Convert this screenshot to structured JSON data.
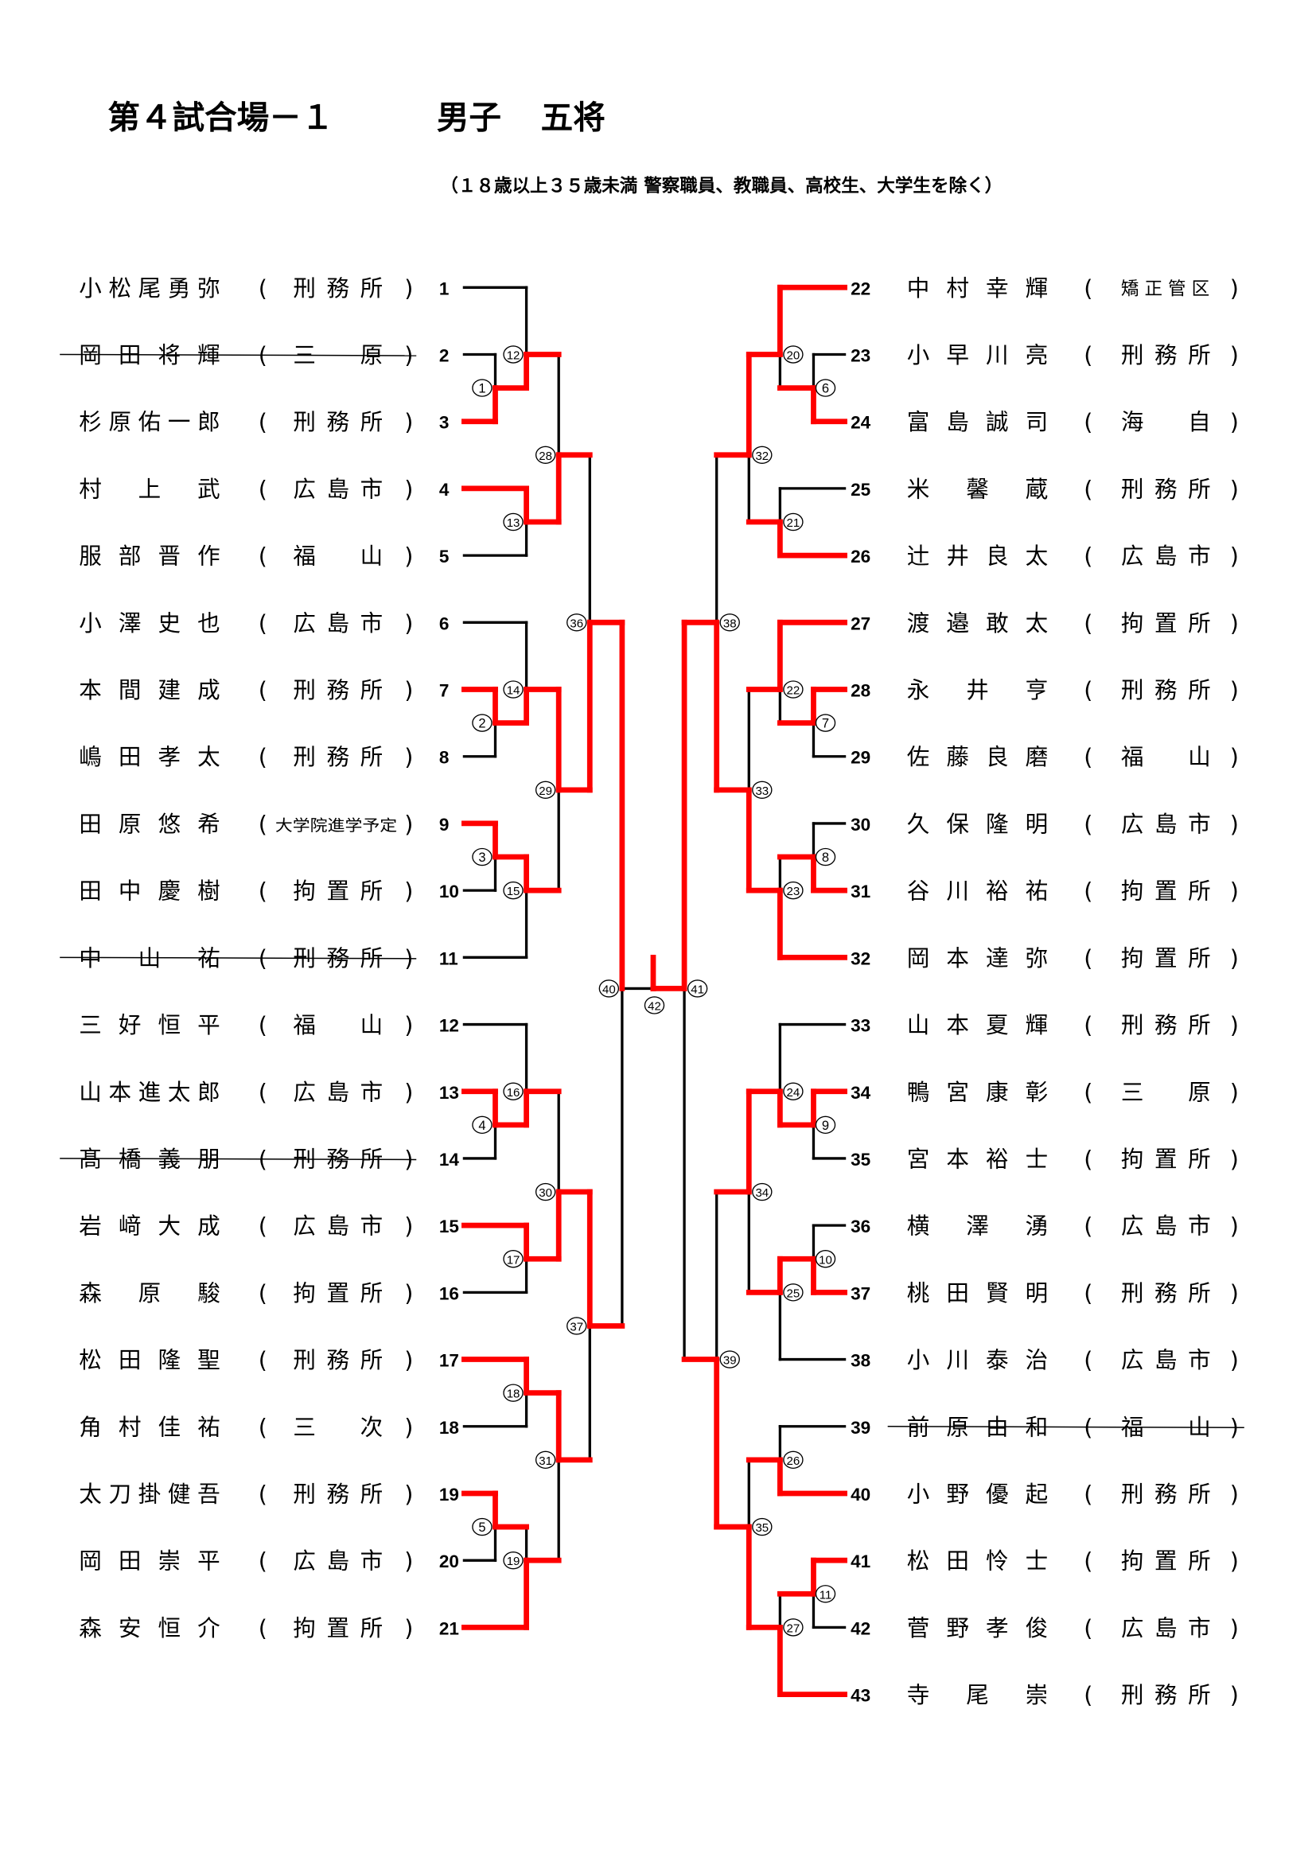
{
  "title": {
    "venue": "第４試合場－１",
    "category": "男子",
    "position": "五将",
    "note": "（１８歳以上３５歳未満 警察職員、教職員、高校生、大学生を除く）"
  },
  "colors": {
    "winner_path": "#ff0000",
    "bracket_line": "#000000"
  },
  "entries": [
    {
      "no": 1,
      "name": "小松尾勇弥",
      "affiliation": "刑務所",
      "withdrawn": false
    },
    {
      "no": 2,
      "name": "岡田将輝",
      "affiliation": "三原",
      "withdrawn": true
    },
    {
      "no": 3,
      "name": "杉原佑一郎",
      "affiliation": "刑務所",
      "withdrawn": false
    },
    {
      "no": 4,
      "name": "村上武",
      "affiliation": "広島市",
      "withdrawn": false
    },
    {
      "no": 5,
      "name": "服部晋作",
      "affiliation": "福山",
      "withdrawn": false
    },
    {
      "no": 6,
      "name": "小澤史也",
      "affiliation": "広島市",
      "withdrawn": false
    },
    {
      "no": 7,
      "name": "本間建成",
      "affiliation": "刑務所",
      "withdrawn": false
    },
    {
      "no": 8,
      "name": "嶋田孝太",
      "affiliation": "刑務所",
      "withdrawn": false
    },
    {
      "no": 9,
      "name": "田原悠希",
      "affiliation": "大学院進学予定",
      "withdrawn": false
    },
    {
      "no": 10,
      "name": "田中慶樹",
      "affiliation": "拘置所",
      "withdrawn": false
    },
    {
      "no": 11,
      "name": "中山祐",
      "affiliation": "刑務所",
      "withdrawn": true
    },
    {
      "no": 12,
      "name": "三好恒平",
      "affiliation": "福山",
      "withdrawn": false
    },
    {
      "no": 13,
      "name": "山本進太郎",
      "affiliation": "広島市",
      "withdrawn": false
    },
    {
      "no": 14,
      "name": "髙橋義朋",
      "affiliation": "刑務所",
      "withdrawn": true
    },
    {
      "no": 15,
      "name": "岩﨑大成",
      "affiliation": "広島市",
      "withdrawn": false
    },
    {
      "no": 16,
      "name": "森原駿",
      "affiliation": "拘置所",
      "withdrawn": false
    },
    {
      "no": 17,
      "name": "松田隆聖",
      "affiliation": "刑務所",
      "withdrawn": false
    },
    {
      "no": 18,
      "name": "角村佳祐",
      "affiliation": "三次",
      "withdrawn": false
    },
    {
      "no": 19,
      "name": "太刀掛健吾",
      "affiliation": "刑務所",
      "withdrawn": false
    },
    {
      "no": 20,
      "name": "岡田崇平",
      "affiliation": "広島市",
      "withdrawn": false
    },
    {
      "no": 21,
      "name": "森安恒介",
      "affiliation": "拘置所",
      "withdrawn": false
    },
    {
      "no": 22,
      "name": "中村幸輝",
      "affiliation": "矯正管区",
      "withdrawn": false
    },
    {
      "no": 23,
      "name": "小早川亮",
      "affiliation": "刑務所",
      "withdrawn": false
    },
    {
      "no": 24,
      "name": "富島誠司",
      "affiliation": "海自",
      "withdrawn": false
    },
    {
      "no": 25,
      "name": "米馨蔵",
      "affiliation": "刑務所",
      "withdrawn": false
    },
    {
      "no": 26,
      "name": "辻井良太",
      "affiliation": "広島市",
      "withdrawn": false
    },
    {
      "no": 27,
      "name": "渡邉敢太",
      "affiliation": "拘置所",
      "withdrawn": false
    },
    {
      "no": 28,
      "name": "永井亨",
      "affiliation": "刑務所",
      "withdrawn": false
    },
    {
      "no": 29,
      "name": "佐藤良磨",
      "affiliation": "福山",
      "withdrawn": false
    },
    {
      "no": 30,
      "name": "久保隆明",
      "affiliation": "広島市",
      "withdrawn": false
    },
    {
      "no": 31,
      "name": "谷川裕祐",
      "affiliation": "拘置所",
      "withdrawn": false
    },
    {
      "no": 32,
      "name": "岡本達弥",
      "affiliation": "拘置所",
      "withdrawn": false
    },
    {
      "no": 33,
      "name": "山本夏輝",
      "affiliation": "刑務所",
      "withdrawn": false
    },
    {
      "no": 34,
      "name": "鴨宮康彰",
      "affiliation": "三原",
      "withdrawn": false
    },
    {
      "no": 35,
      "name": "宮本裕士",
      "affiliation": "拘置所",
      "withdrawn": false
    },
    {
      "no": 36,
      "name": "横澤湧",
      "affiliation": "広島市",
      "withdrawn": false
    },
    {
      "no": 37,
      "name": "桃田賢明",
      "affiliation": "刑務所",
      "withdrawn": false
    },
    {
      "no": 38,
      "name": "小川泰治",
      "affiliation": "広島市",
      "withdrawn": false
    },
    {
      "no": 39,
      "name": "前原由和",
      "affiliation": "福山",
      "withdrawn": true
    },
    {
      "no": 40,
      "name": "小野優起",
      "affiliation": "刑務所",
      "withdrawn": false
    },
    {
      "no": 41,
      "name": "松田怜士",
      "affiliation": "拘置所",
      "withdrawn": false
    },
    {
      "no": 42,
      "name": "菅野孝俊",
      "affiliation": "広島市",
      "withdrawn": false
    },
    {
      "no": 43,
      "name": "寺尾崇",
      "affiliation": "刑務所",
      "withdrawn": false
    }
  ],
  "matches": [
    {
      "no": 1,
      "a": "p2",
      "b": "p3",
      "winner": "p3"
    },
    {
      "no": 12,
      "a": "p1",
      "b": "m1",
      "winner": "m1"
    },
    {
      "no": 13,
      "a": "p4",
      "b": "p5",
      "winner": "p4"
    },
    {
      "no": 28,
      "a": "m12",
      "b": "m13",
      "winner": "m13"
    },
    {
      "no": 2,
      "a": "p7",
      "b": "p8",
      "winner": "p7"
    },
    {
      "no": 14,
      "a": "p6",
      "b": "m2",
      "winner": "m2"
    },
    {
      "no": 3,
      "a": "p9",
      "b": "p10",
      "winner": "p9"
    },
    {
      "no": 15,
      "a": "m3",
      "b": "p11",
      "winner": "m3"
    },
    {
      "no": 29,
      "a": "m14",
      "b": "m15",
      "winner": "m14"
    },
    {
      "no": 36,
      "a": "m28",
      "b": "m29",
      "winner": "m29"
    },
    {
      "no": 4,
      "a": "p13",
      "b": "p14",
      "winner": "p13"
    },
    {
      "no": 16,
      "a": "p12",
      "b": "m4",
      "winner": "m4"
    },
    {
      "no": 17,
      "a": "p15",
      "b": "p16",
      "winner": "p15"
    },
    {
      "no": 30,
      "a": "m16",
      "b": "m17",
      "winner": "m17"
    },
    {
      "no": 18,
      "a": "p17",
      "b": "p18",
      "winner": "p17"
    },
    {
      "no": 5,
      "a": "p19",
      "b": "p20",
      "winner": "p19"
    },
    {
      "no": 19,
      "a": "m5",
      "b": "p21",
      "winner": "p21"
    },
    {
      "no": 31,
      "a": "m18",
      "b": "m19",
      "winner": "m18"
    },
    {
      "no": 37,
      "a": "m30",
      "b": "m31",
      "winner": "m30"
    },
    {
      "no": 40,
      "a": "m36",
      "b": "m37",
      "winner": "m36"
    },
    {
      "no": 6,
      "a": "p23",
      "b": "p24",
      "winner": "p24"
    },
    {
      "no": 20,
      "a": "p22",
      "b": "m6",
      "winner": "p22"
    },
    {
      "no": 21,
      "a": "p25",
      "b": "p26",
      "winner": "p26"
    },
    {
      "no": 32,
      "a": "m20",
      "b": "m21",
      "winner": "m20"
    },
    {
      "no": 7,
      "a": "p28",
      "b": "p29",
      "winner": "p28"
    },
    {
      "no": 22,
      "a": "p27",
      "b": "m7",
      "winner": "p27"
    },
    {
      "no": 8,
      "a": "p30",
      "b": "p31",
      "winner": "p31"
    },
    {
      "no": 23,
      "a": "m8",
      "b": "p32",
      "winner": "p32"
    },
    {
      "no": 33,
      "a": "m22",
      "b": "m23",
      "winner": "m23"
    },
    {
      "no": 38,
      "a": "m32",
      "b": "m33",
      "winner": "m33"
    },
    {
      "no": 9,
      "a": "p34",
      "b": "p35",
      "winner": "p34"
    },
    {
      "no": 24,
      "a": "p33",
      "b": "m9",
      "winner": "m9"
    },
    {
      "no": 10,
      "a": "p36",
      "b": "p37",
      "winner": "p37"
    },
    {
      "no": 25,
      "a": "m10",
      "b": "p38",
      "winner": "m10"
    },
    {
      "no": 34,
      "a": "m24",
      "b": "m25",
      "winner": "m24"
    },
    {
      "no": 26,
      "a": "p39",
      "b": "p40",
      "winner": "p40"
    },
    {
      "no": 11,
      "a": "p41",
      "b": "p42",
      "winner": "p41"
    },
    {
      "no": 27,
      "a": "m11",
      "b": "p43",
      "winner": "p43"
    },
    {
      "no": 35,
      "a": "m26",
      "b": "m27",
      "winner": "m27"
    },
    {
      "no": 39,
      "a": "m34",
      "b": "m35",
      "winner": "m35"
    },
    {
      "no": 41,
      "a": "m38",
      "b": "m39",
      "winner": "m38"
    },
    {
      "no": 42,
      "a": "m40",
      "b": "m41",
      "winner": "m41"
    }
  ]
}
